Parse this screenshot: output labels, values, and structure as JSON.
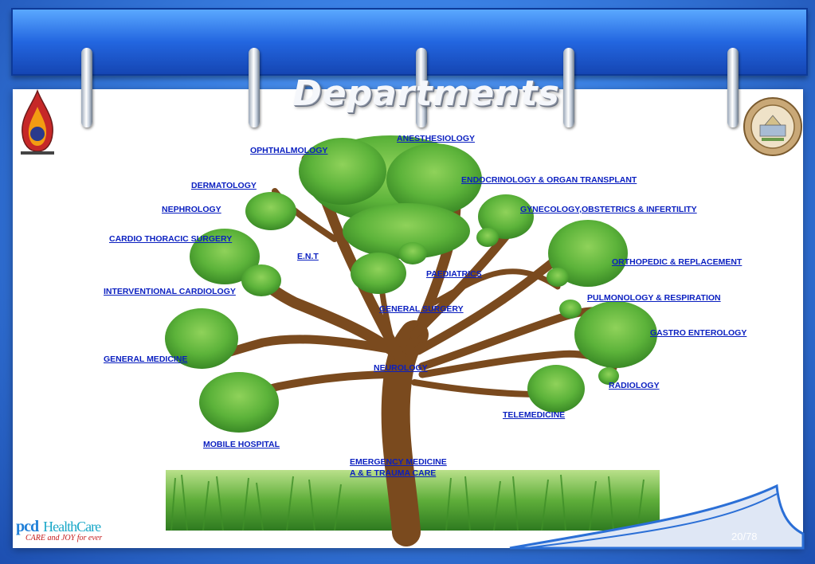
{
  "slide": {
    "title": "Departments",
    "page_number": "20/78"
  },
  "brand": {
    "logo_main_1": "pcd",
    "logo_main_2": "HealthCare",
    "logo_tagline": "CARE and JOY for ever"
  },
  "departments": [
    {
      "label": "ANESTHESIOLOGY"
    },
    {
      "label": "OPHTHALMOLOGY"
    },
    {
      "label": "ENDOCRINOLOGY  & ORGAN  TRANSPLANT"
    },
    {
      "label": "DERMATOLOGY"
    },
    {
      "label": "NEPHROLOGY"
    },
    {
      "label": "GYNECOLOGY,OBSTETRICS & INFERTILITY"
    },
    {
      "label": "CARDIO THORACIC SURGERY"
    },
    {
      "label": "E.N.T"
    },
    {
      "label": "ORTHOPEDIC &  REPLACEMENT"
    },
    {
      "label": "PAEDIATRICS"
    },
    {
      "label": "INTERVENTIONAL CARDIOLOGY"
    },
    {
      "label": "PULMONOLOGY & RESPIRATION"
    },
    {
      "label": "GENERAL SURGERY"
    },
    {
      "label": "GASTRO  ENTEROLOGY"
    },
    {
      "label": "GENERAL  MEDICINE"
    },
    {
      "label": "NEUROLOGY"
    },
    {
      "label": "RADIOLOGY"
    },
    {
      "label": "TELEMEDICINE"
    },
    {
      "label": "MOBILE HOSPITAL"
    },
    {
      "label": "EMERGENCY MEDICINE"
    },
    {
      "label": "A & E TRAUMA CARE"
    }
  ],
  "colors": {
    "link": "#0a1fc0",
    "header": "#2366e0",
    "foliage": "#5cb33a",
    "trunk": "#7a4a1e"
  }
}
